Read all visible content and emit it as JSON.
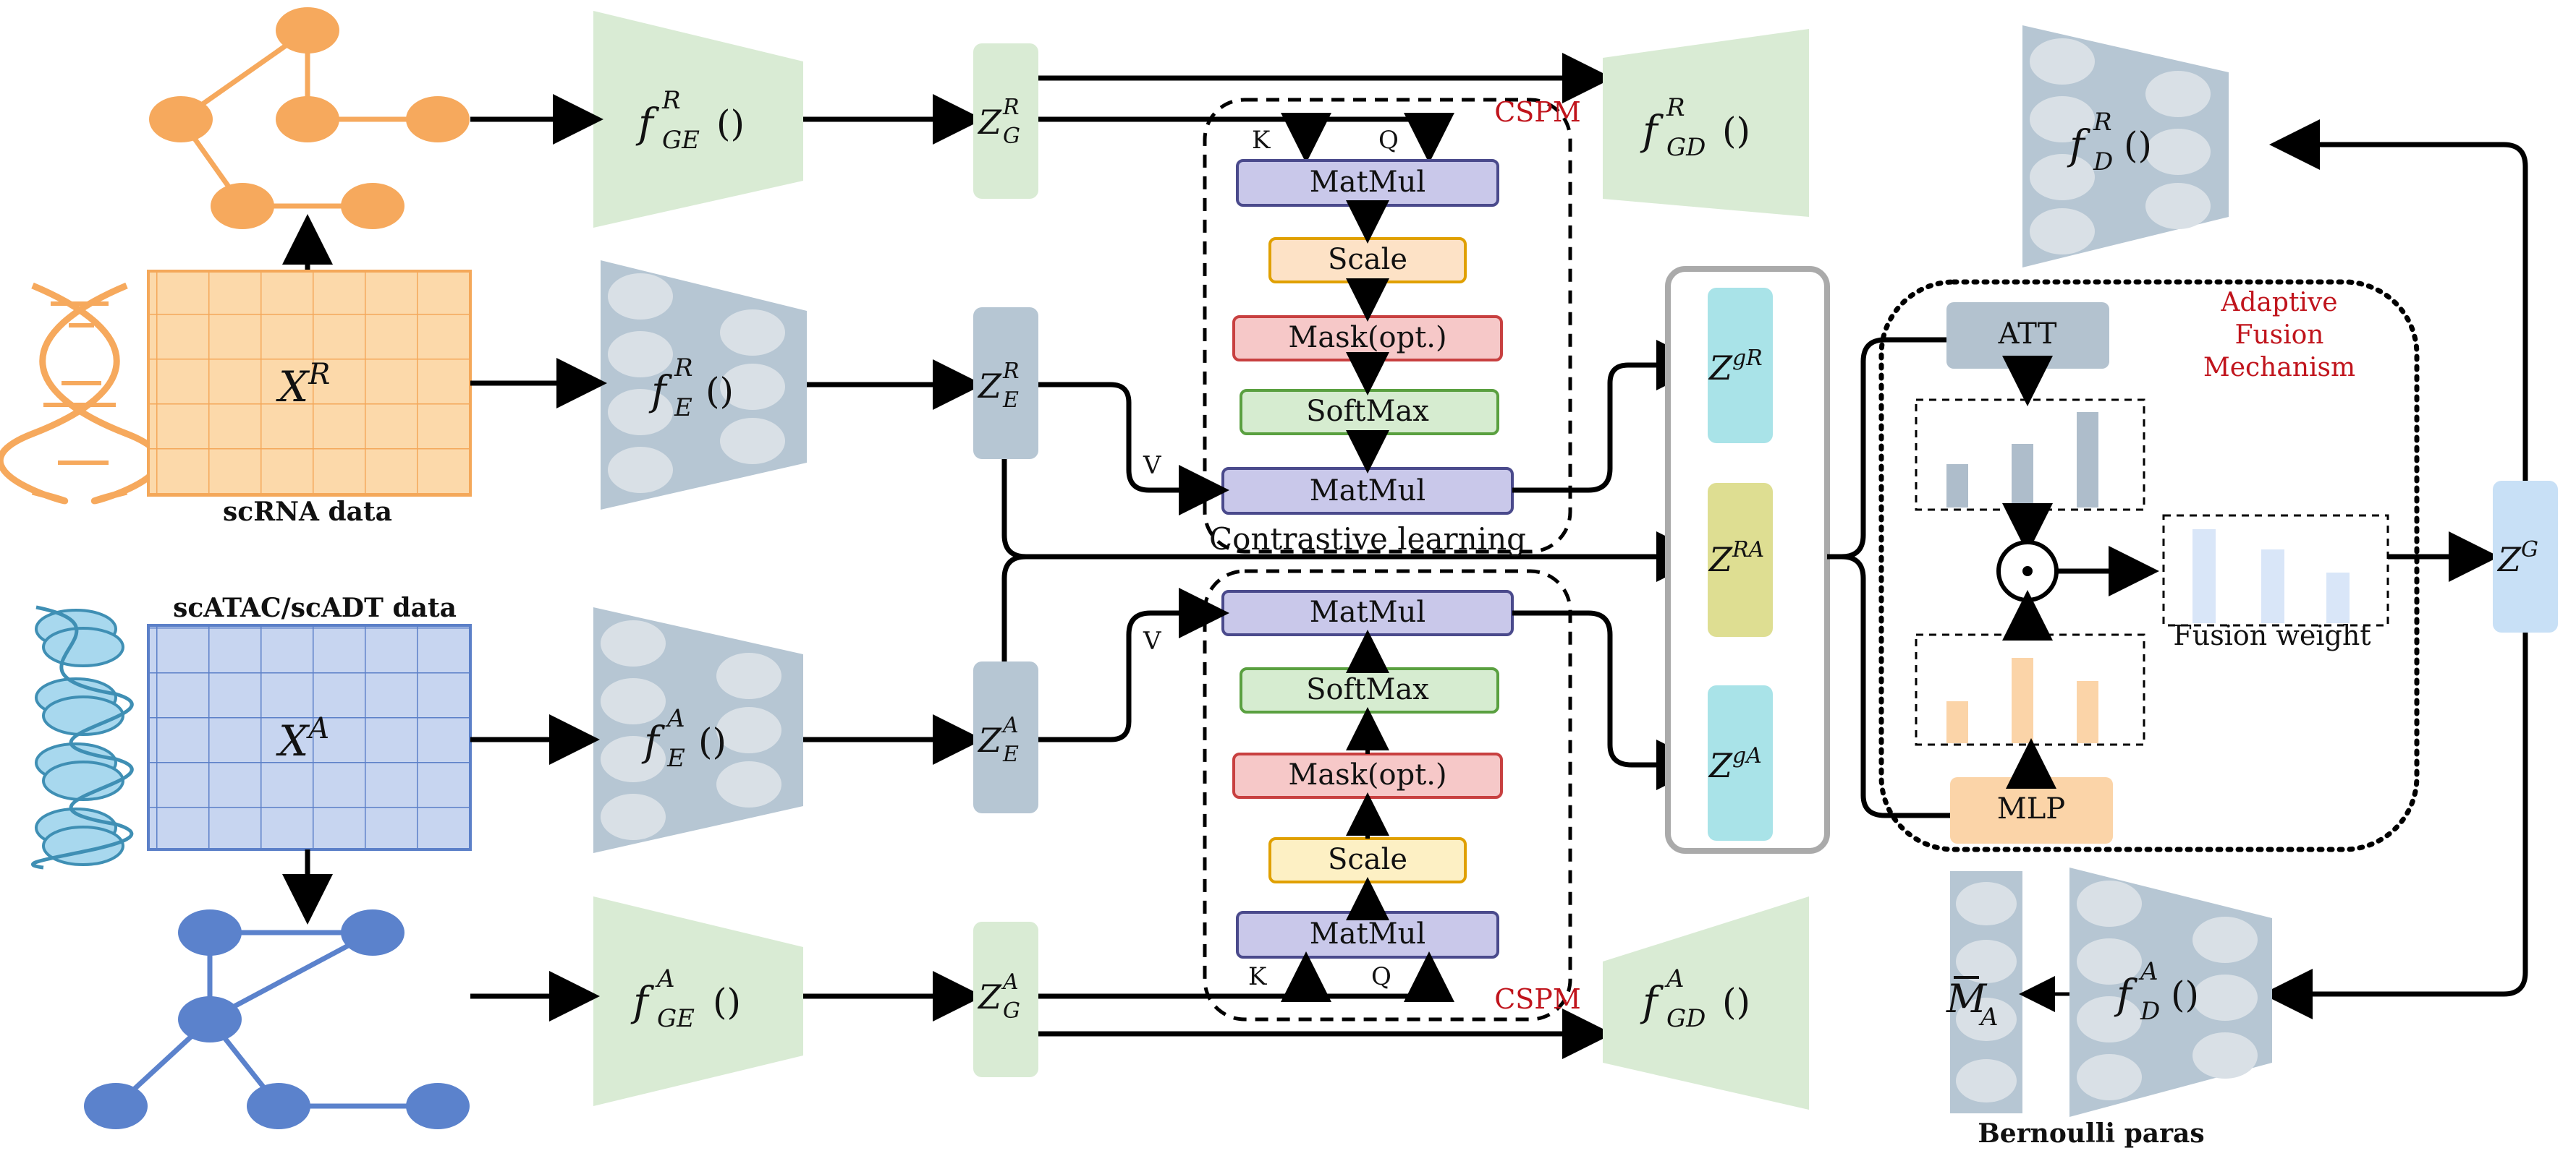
{
  "labels": {
    "scrna": "scRNA data",
    "scatac": "scATAC/scADT data",
    "contrastive": "Contrastive learning",
    "cspm_top": "CSPM",
    "cspm_bottom": "CSPM",
    "adaptive_1": "Adaptive",
    "adaptive_2": "Fusion",
    "adaptive_3": "Mechanism",
    "fusion_weight": "Fusion weight",
    "bernoulli": "Bernoulli paras",
    "k_top": "K",
    "q_top": "Q",
    "v_top": "V",
    "v_bottom": "V",
    "k_bottom": "K",
    "q_bottom": "Q"
  },
  "top_stack": [
    "MatMul",
    "Scale",
    "Mask(opt.)",
    "SoftMax",
    "MatMul"
  ],
  "bottom_stack": [
    "MatMul",
    "SoftMax",
    "Mask(opt.)",
    "Scale",
    "MatMul"
  ],
  "fusion_boxes": {
    "att": "ATT",
    "mlp": "MLP"
  },
  "math": {
    "xr": {
      "base": "X",
      "sup": "R"
    },
    "xa": {
      "base": "X",
      "sup": "A"
    },
    "fge_r": {
      "base": "f",
      "sub": "GE",
      "sup": "R",
      "tail": "()"
    },
    "fe_r": {
      "base": "f",
      "sub": "E",
      "sup": "R",
      "tail": "()"
    },
    "fe_a": {
      "base": "f",
      "sub": "E",
      "sup": "A",
      "tail": "()"
    },
    "fge_a": {
      "base": "f",
      "sub": "GE",
      "sup": "A",
      "tail": "()"
    },
    "zg_r": {
      "base": "Z",
      "sub": "G",
      "sup": "R"
    },
    "ze_r": {
      "base": "Z",
      "sub": "E",
      "sup": "R"
    },
    "ze_a": {
      "base": "Z",
      "sub": "E",
      "sup": "A"
    },
    "zg_a": {
      "base": "Z",
      "sub": "G",
      "sup": "A"
    },
    "fgd_r": {
      "base": "f",
      "sub": "GD",
      "sup": "R",
      "tail": "()"
    },
    "fgd_a": {
      "base": "f",
      "sub": "GD",
      "sup": "A",
      "tail": "()"
    },
    "zgr": {
      "base": "Z",
      "sup": "gR"
    },
    "zra": {
      "base": "Z",
      "sup": "RA"
    },
    "zga": {
      "base": "Z",
      "sup": "gA"
    },
    "fd_r": {
      "base": "f",
      "sub": "D",
      "sup": "R",
      "tail": "()"
    },
    "fd_a": {
      "base": "f",
      "sub": "D",
      "sup": "A",
      "tail": "()"
    },
    "zg": {
      "base": "Z",
      "sup": "G"
    },
    "ma": {
      "base": "M",
      "sub": "A"
    }
  },
  "colors": {
    "orange": "#f6a95d",
    "blue": "#5b82cc",
    "lightgreen": "#d9ebd4",
    "grayblue": "#b6c6d3",
    "matmul": "#c9c8ea",
    "scale": "#fde2c6",
    "scale_bottom": "#fdf0c4",
    "mask": "#f6c8c8",
    "softmax": "#d6ecd0",
    "cyan": "#a9e3e8",
    "olive": "#dede92",
    "zg_blue": "#c8e0f6",
    "att": "#b3c2cf",
    "mlp": "#fbd4a8",
    "dark_red": "#c0141c"
  }
}
